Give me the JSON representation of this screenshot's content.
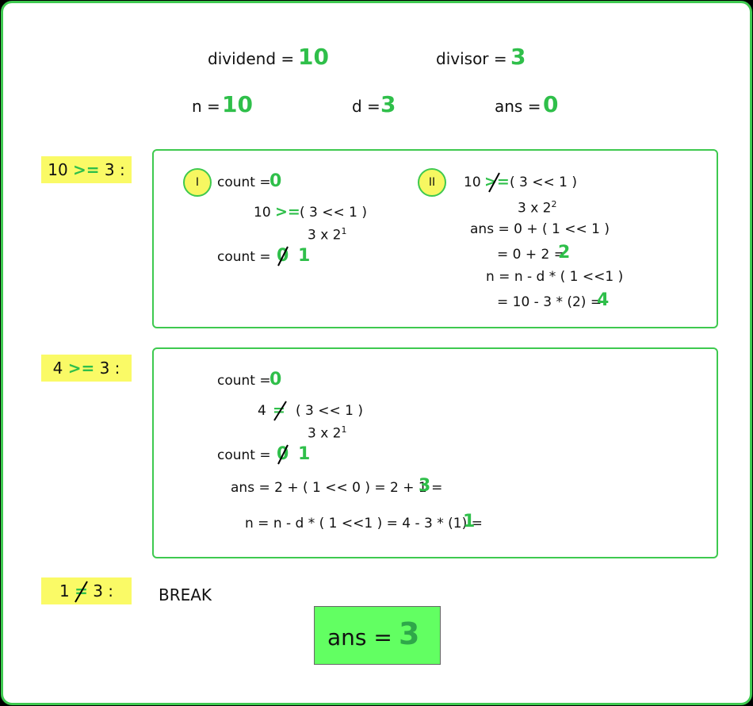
{
  "colors": {
    "accent": "#2fbf4a",
    "highlight": "#fafa66",
    "result_bg": "#62ff62",
    "border": "#3ec94f"
  },
  "header": {
    "dividend_label": "dividend =",
    "dividend_value": "10",
    "divisor_label": "divisor =",
    "divisor_value": "3",
    "n_label": "n =",
    "n_value": "10",
    "d_label": "d =",
    "d_value": "3",
    "ans_label": "ans =",
    "ans_value": "0"
  },
  "step1": {
    "tag_left": "10",
    "tag_op": ">=",
    "tag_right": "3  :",
    "part1": {
      "circle": "I",
      "count_label": "count =",
      "count_value": "0",
      "cmp_left": "10",
      "cmp_op": ">=",
      "cmp_right": "( 3 << 1 )",
      "expand": "3 x 2",
      "expand_sup": "1",
      "count2_label": "count =",
      "count_old": "0",
      "count_new": "1"
    },
    "part2": {
      "circle": "II",
      "cmp_left": "10",
      "cmp_op": ">=",
      "cmp_right": "( 3 << 1 )",
      "expand": "3 x 2",
      "expand_sup": "2",
      "ans_line": "ans = 0 + ( 1 << 1 )",
      "ans_eq": "= 0 + 2 =",
      "ans_result": "2",
      "n_line": "n = n - d * ( 1 <<1 )",
      "n_eq": "= 10 - 3 * (2) =",
      "n_result": "4"
    }
  },
  "step2": {
    "tag_left": "4",
    "tag_op": ">=",
    "tag_right": "3  :",
    "count_label": "count =",
    "count_value": "0",
    "cmp_left": "4",
    "cmp_op": "=",
    "cmp_right": "( 3 << 1 )",
    "expand": "3 x 2",
    "expand_sup": "1",
    "count2_label": "count =",
    "count_old": "0",
    "count_new": "1",
    "ans_line": "ans = 2 + ( 1 << 0 ) = 2 + 1 =",
    "ans_result": "3",
    "n_line": "n = n - d * ( 1 <<1 ) = 4 - 3 * (1) =",
    "n_result": "1"
  },
  "step3": {
    "tag_left": "1",
    "tag_op": "=",
    "tag_right": "3  :",
    "break_text": "BREAK"
  },
  "result": {
    "label": "ans =",
    "value": "3"
  }
}
